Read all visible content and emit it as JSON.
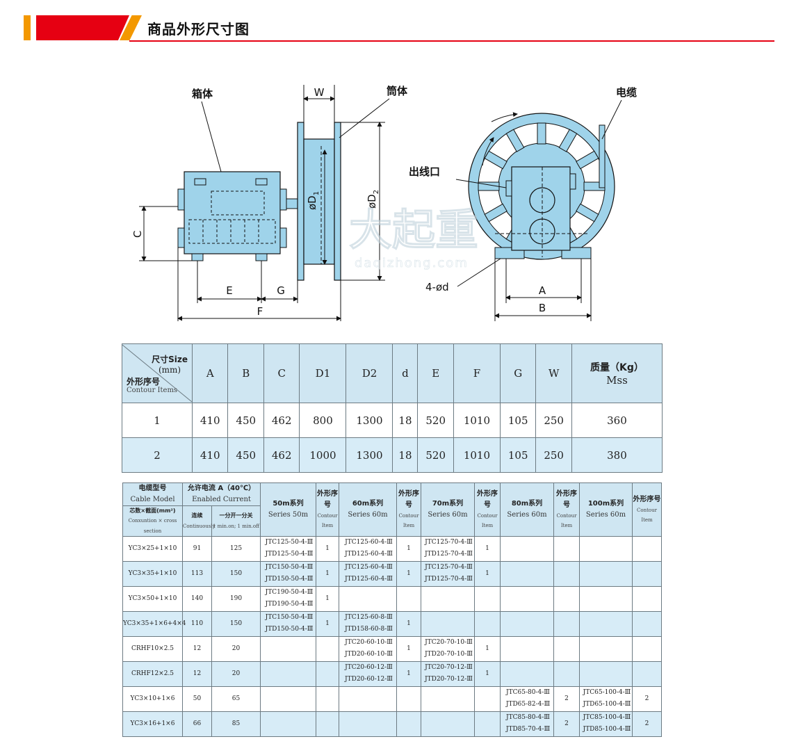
{
  "banner": {
    "title": "商品外形尺寸图"
  },
  "drawing": {
    "labels": {
      "box": "箱体",
      "drum": "筒体",
      "cable": "电缆",
      "outlet": "出线口",
      "w": "W",
      "c": "C",
      "e": "E",
      "g": "G",
      "f": "F",
      "d1": "øD",
      "d1sub": "1",
      "d2": "øD",
      "d2sub": "2",
      "a": "A",
      "b": "B",
      "holes": "4-ød"
    },
    "watermark": {
      "cn": "大起重",
      "en": "daqizhong.com"
    }
  },
  "dimension_table": {
    "corner": {
      "size": "尺寸Size",
      "unit": "(mm)",
      "item_cn": "外形序号",
      "item_en": "Contour Items"
    },
    "columns": [
      "A",
      "B",
      "C",
      "D1",
      "D2",
      "d",
      "E",
      "F",
      "G",
      "W"
    ],
    "mass_header": {
      "cn": "质量（Kg）",
      "en": "Mss"
    },
    "rows": [
      {
        "item": "1",
        "values": [
          "410",
          "450",
          "462",
          "800",
          "1300",
          "18",
          "520",
          "1010",
          "105",
          "250",
          "360"
        ]
      },
      {
        "item": "2",
        "values": [
          "410",
          "450",
          "462",
          "1000",
          "1300",
          "18",
          "520",
          "1010",
          "105",
          "250",
          "380"
        ]
      }
    ]
  },
  "cable_table": {
    "header": {
      "model_cn": "电缆型号",
      "model_en": "Cable Model",
      "core_cn": "芯数×截面(mm²)",
      "core_en": "Conxuntion × cross section",
      "current_cn": "允许电流 A（40℃）",
      "current_en": "Enabled Current",
      "cont_cn": "连续",
      "cont_en": "Continuously",
      "interm_cn": "一分开一分关",
      "interm_en": "1 min.on; 1 min.off",
      "s50_cn": "50m系列",
      "s50_en": "Series 50m",
      "s60_cn": "60m系列",
      "s60_en": "Series 60m",
      "s70_cn": "70m系列",
      "s70_en": "Series 60m",
      "s80_cn": "80m系列",
      "s80_en": "Series 60m",
      "s100_cn": "100m系列",
      "s100_en": "Series 60m",
      "item_cn": "外形序号",
      "item_en": "Contour Item"
    },
    "rows": [
      {
        "model": "YC3×25+1×10",
        "cont": "91",
        "interm": "125",
        "s50": [
          "JTC125-50-4-Ⅲ",
          "JTD125-50-4-Ⅲ"
        ],
        "i50": "1",
        "s60": [
          "JTC125-60-4-Ⅲ",
          "JTD125-60-4-Ⅲ"
        ],
        "i60": "1",
        "s70": [
          "JTC125-70-4-Ⅲ",
          "JTD125-70-4-Ⅲ"
        ],
        "i70": "1",
        "s80": [
          "",
          ""
        ],
        "i80": "",
        "s100": [
          "",
          ""
        ],
        "i100": ""
      },
      {
        "model": "YC3×35+1×10",
        "cont": "113",
        "interm": "150",
        "s50": [
          "JTC150-50-4-Ⅲ",
          "JTD150-50-4-Ⅲ"
        ],
        "i50": "1",
        "s60": [
          "JTC125-60-4-Ⅲ",
          "JTD125-60-4-Ⅲ"
        ],
        "i60": "1",
        "s70": [
          "JTC125-70-4-Ⅲ",
          "JTD125-70-4-Ⅲ"
        ],
        "i70": "1",
        "s80": [
          "",
          ""
        ],
        "i80": "",
        "s100": [
          "",
          ""
        ],
        "i100": ""
      },
      {
        "model": "YC3×50+1×10",
        "cont": "140",
        "interm": "190",
        "s50": [
          "JTC190-50-4-Ⅲ",
          "JTD190-50-4-Ⅲ"
        ],
        "i50": "1",
        "s60": [
          "",
          ""
        ],
        "i60": "",
        "s70": [
          "",
          ""
        ],
        "i70": "",
        "s80": [
          "",
          ""
        ],
        "i80": "",
        "s100": [
          "",
          ""
        ],
        "i100": ""
      },
      {
        "model": "YC3×35+1×6+4×4",
        "cont": "110",
        "interm": "150",
        "s50": [
          "JTC150-50-4-Ⅲ",
          "JTD150-50-4-Ⅲ"
        ],
        "i50": "1",
        "s60": [
          "JTC125-60-8-Ⅲ",
          "JTD158-60-8-Ⅲ"
        ],
        "i60": "1",
        "s70": [
          "",
          ""
        ],
        "i70": "",
        "s80": [
          "",
          ""
        ],
        "i80": "",
        "s100": [
          "",
          ""
        ],
        "i100": ""
      },
      {
        "model": "CRHF10×2.5",
        "cont": "12",
        "interm": "20",
        "s50": [
          "",
          ""
        ],
        "i50": "",
        "s60": [
          "JTC20-60-10-Ⅲ",
          "JTD20-60-10-Ⅲ"
        ],
        "i60": "1",
        "s70": [
          "JTC20-70-10-Ⅲ",
          "JTD20-70-10-Ⅲ"
        ],
        "i70": "1",
        "s80": [
          "",
          ""
        ],
        "i80": "",
        "s100": [
          "",
          ""
        ],
        "i100": ""
      },
      {
        "model": "CRHF12×2.5",
        "cont": "12",
        "interm": "20",
        "s50": [
          "",
          ""
        ],
        "i50": "",
        "s60": [
          "JTC20-60-12-Ⅲ",
          "JTD20-60-12-Ⅲ"
        ],
        "i60": "1",
        "s70": [
          "JTC20-70-12-Ⅲ",
          "JTD20-70-12-Ⅲ"
        ],
        "i70": "1",
        "s80": [
          "",
          ""
        ],
        "i80": "",
        "s100": [
          "",
          ""
        ],
        "i100": ""
      },
      {
        "model": "YC3×10+1×6",
        "cont": "50",
        "interm": "65",
        "s50": [
          "",
          ""
        ],
        "i50": "",
        "s60": [
          "",
          ""
        ],
        "i60": "",
        "s70": [
          "",
          ""
        ],
        "i70": "",
        "s80": [
          "JTC65-80-4-Ⅲ",
          "JTD65-82-4-Ⅲ"
        ],
        "i80": "2",
        "s100": [
          "JTC65-100-4-Ⅲ",
          "JTD65-100-4-Ⅲ"
        ],
        "i100": "2"
      },
      {
        "model": "YC3×16+1×6",
        "cont": "66",
        "interm": "85",
        "s50": [
          "",
          ""
        ],
        "i50": "",
        "s60": [
          "",
          ""
        ],
        "i60": "",
        "s70": [
          "",
          ""
        ],
        "i70": "",
        "s80": [
          "JTC85-80-4-Ⅲ",
          "JTD85-70-4-Ⅲ"
        ],
        "i80": "2",
        "s100": [
          "JTC85-100-4-Ⅲ",
          "JTD85-100-4-Ⅲ"
        ],
        "i100": "2"
      }
    ]
  },
  "colors": {
    "accent_red": "#e60012",
    "accent_orange": "#f39800",
    "part_blue": "#9fd3ea",
    "row_blue": "#d7ecf7"
  }
}
